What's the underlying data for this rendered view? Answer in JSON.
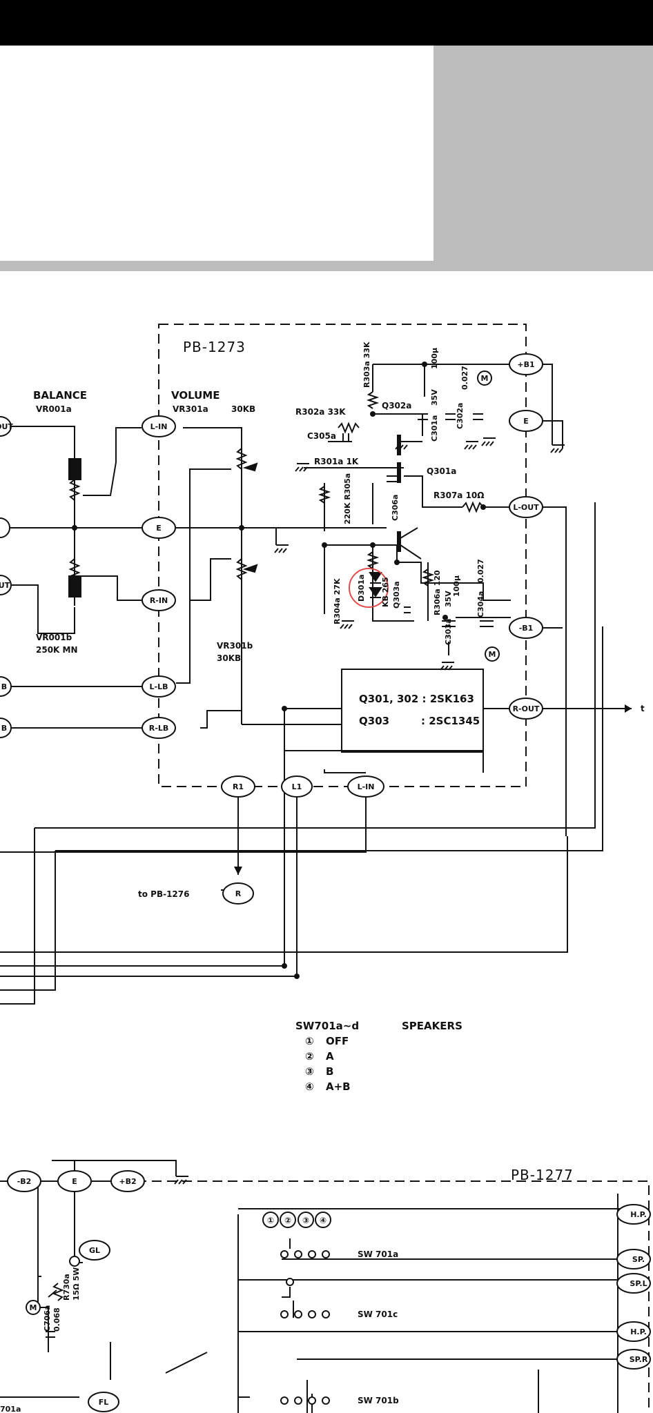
{
  "boards": {
    "top": "PB-1273",
    "bottom": "PB-1277"
  },
  "balance": {
    "title": "BALANCE",
    "part_a": "VR001a",
    "part_b": "VR001b",
    "part_b_value": "250K MN"
  },
  "volume": {
    "title": "VOLUME",
    "part_a": "VR301a",
    "part_a_value": "30KB",
    "part_b": "VR301b",
    "part_b_value": "30KB"
  },
  "components": {
    "r303a": "R303a 33K",
    "r302a": "R302a 33K",
    "c305a": "C305a",
    "r301a": "R301a 1K",
    "r305a": "220K R305a",
    "c306a": "C306a",
    "r307a": "R307a 10Ω",
    "r304a": "R304a 27K",
    "d301a": "D301a",
    "d301a_type": "KB 265",
    "q303a": "Q303a",
    "r306a": "R306a 120",
    "c301a": "C301a",
    "c301a_v": "35V",
    "c301a_val": "100μ",
    "c302a": "C302a",
    "c302a_val": "0.027",
    "c303a": "C303a",
    "c303a_v": "35V",
    "c303a_val": "100μ",
    "c304a": "C304a",
    "c304a_val": "0.027",
    "q302a": "Q302a",
    "q301a": "Q301a",
    "c706a": "C706a",
    "c706a_val": "0.068",
    "r730a": "R730a",
    "r730a_val": "15Ω 5W",
    "x701a": "701a"
  },
  "transistor_box": {
    "line1": "Q301, 302 : 2SK163",
    "line2_ref": "Q303",
    "line2_part": ": 2SC1345"
  },
  "terminals": {
    "b1p": "+B1",
    "e_top": "E",
    "lout": "L-OUT",
    "b1n": "-B1",
    "rout": "R-OUT",
    "lin_vol": "L-IN",
    "e_mid": "E",
    "rin_vol": "R-IN",
    "llb": "L-LB",
    "rlb": "R-LB",
    "r1": "R1",
    "l1": "L1",
    "lin_bot": "L-IN",
    "r_out_ref": "R",
    "out_top_cut": "OUT",
    "out_mid_cut": "UT",
    "lb_cut1": "B",
    "lb_cut2": "B",
    "b2n": "-B2",
    "e_bot": "E",
    "b2p": "+B2",
    "gl": "GL",
    "fl": "FL",
    "hp1": "H.P.",
    "spl_cut": "SP.",
    "spl": "SP.L",
    "hp2": "H.P.",
    "spr": "SP.R",
    "m1": "M",
    "m2": "M",
    "m3": "M"
  },
  "to_label": "to PB-1276",
  "right_arrow_label": "t",
  "switch_legend": {
    "title": "SW701a~d",
    "name": "SPEAKERS",
    "items": [
      {
        "num": "①",
        "label": "OFF"
      },
      {
        "num": "②",
        "label": "A"
      },
      {
        "num": "③",
        "label": "B"
      },
      {
        "num": "④",
        "label": "A+B"
      }
    ]
  },
  "switch_header": [
    "①",
    "②",
    "③",
    "④"
  ],
  "switches": {
    "a": "SW 701a",
    "c": "SW 701c",
    "b": "SW 701b"
  },
  "colors": {
    "ink": "#111111",
    "annotation": "#e04a4a",
    "gray": "#bdbdbd"
  }
}
